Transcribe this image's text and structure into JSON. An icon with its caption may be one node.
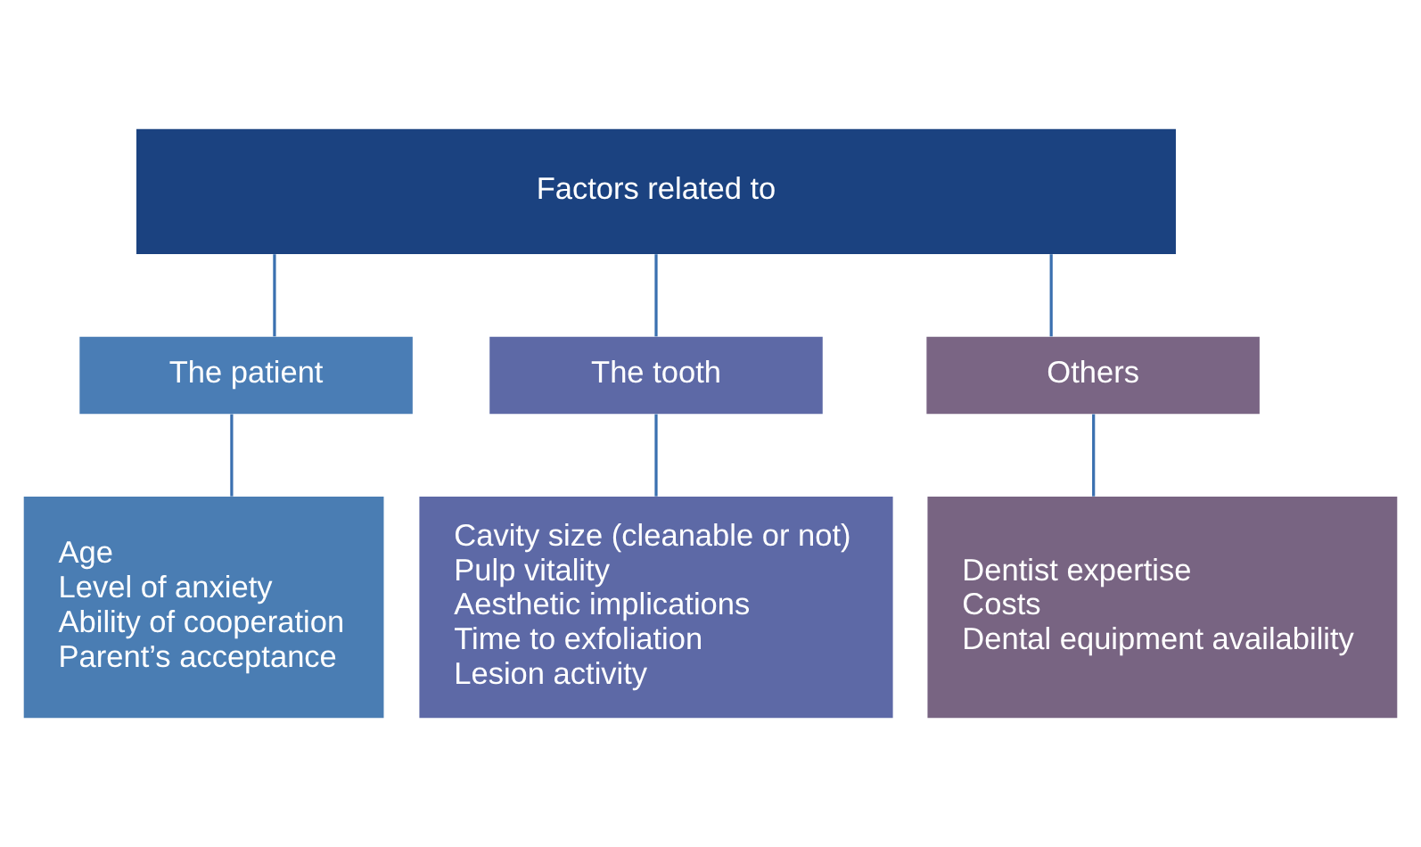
{
  "diagram": {
    "nodes": [
      {
        "text": [
          "Factors related to"
        ]
      },
      {
        "text": [
          "The patient"
        ]
      },
      {
        "text": [
          "The tooth"
        ]
      },
      {
        "text": [
          "Others"
        ]
      },
      {
        "text": [
          "Age",
          "Level of anxiety",
          "Ability of cooperation",
          "Parent’s acceptance"
        ]
      },
      {
        "text": [
          "Cavity size (cleanable or not)",
          "Pulp vitality",
          "Aesthetic implications",
          "Time to exfoliation",
          "Lesion activity"
        ]
      },
      {
        "text": [
          "Dentist expertise",
          "Costs",
          "Dental equipment availability"
        ]
      }
    ],
    "edges": [
      {
        "from": 0,
        "to": 1,
        "arrow": "none"
      },
      {
        "from": 0,
        "to": 2,
        "arrow": "none"
      },
      {
        "from": 0,
        "to": 3,
        "arrow": "none"
      },
      {
        "from": 1,
        "to": 4,
        "arrow": "none"
      },
      {
        "from": 2,
        "to": 5,
        "arrow": "none"
      },
      {
        "from": 3,
        "to": 6,
        "arrow": "none"
      }
    ]
  }
}
